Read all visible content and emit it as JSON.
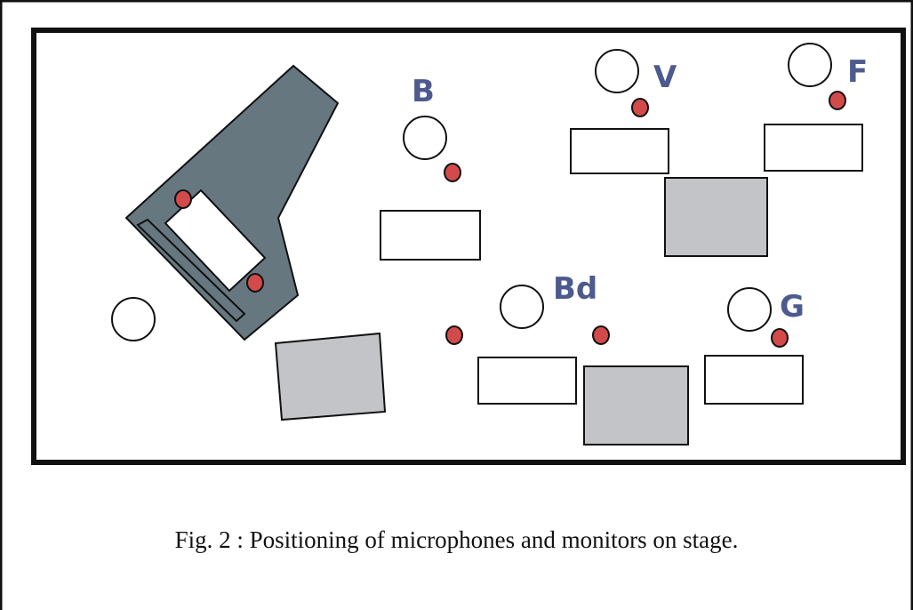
{
  "caption": "Fig. 2 : Positioning of microphones and monitors on stage.",
  "labels": {
    "b": "B",
    "v": "V",
    "f": "F",
    "bd": "Bd",
    "g": "G"
  },
  "colors": {
    "piano_fill": "#66777f",
    "mic_fill": "#d24a4a",
    "monitor_fill": "#c3c4c8",
    "label_color": "#4d5a8e",
    "outline": "#111111"
  }
}
